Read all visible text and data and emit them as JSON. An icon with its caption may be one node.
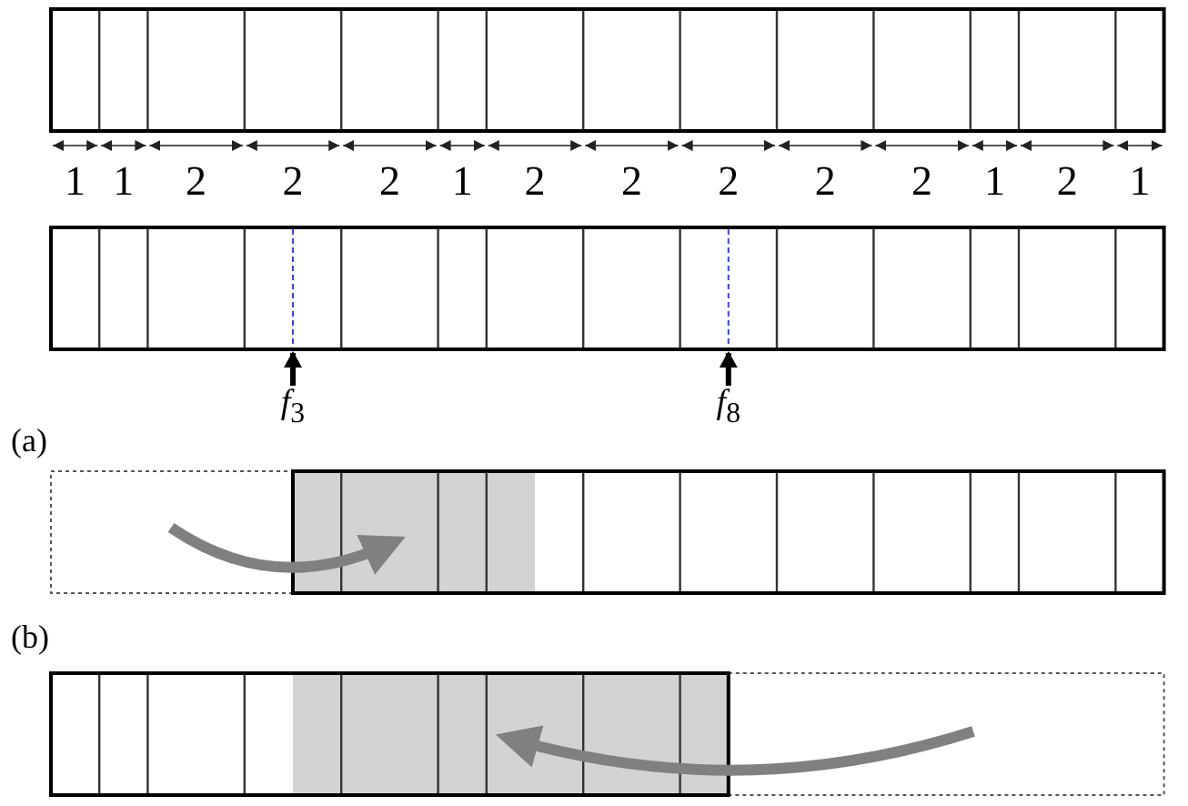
{
  "diagram": {
    "nodes": [
      {
        "text": [],
        "shape": "line"
      },
      {
        "text": [],
        "shape": "line"
      },
      {
        "text": [
          "*f*$_{3}$"
        ]
      },
      {
        "text": [
          "*f*$_{8}$"
        ]
      }
    ],
    "edges": [
      {
        "from": 2,
        "to": 0,
        "arrow": "to"
      },
      {
        "from": 3,
        "to": 1,
        "arrow": "to"
      }
    ],
    "labels": [
      "1",
      "1",
      "2",
      "2",
      "2",
      "1",
      "2",
      "2",
      "2",
      "2",
      "2",
      "1",
      "2",
      "1",
      "(a)",
      "(b)"
    ]
  }
}
